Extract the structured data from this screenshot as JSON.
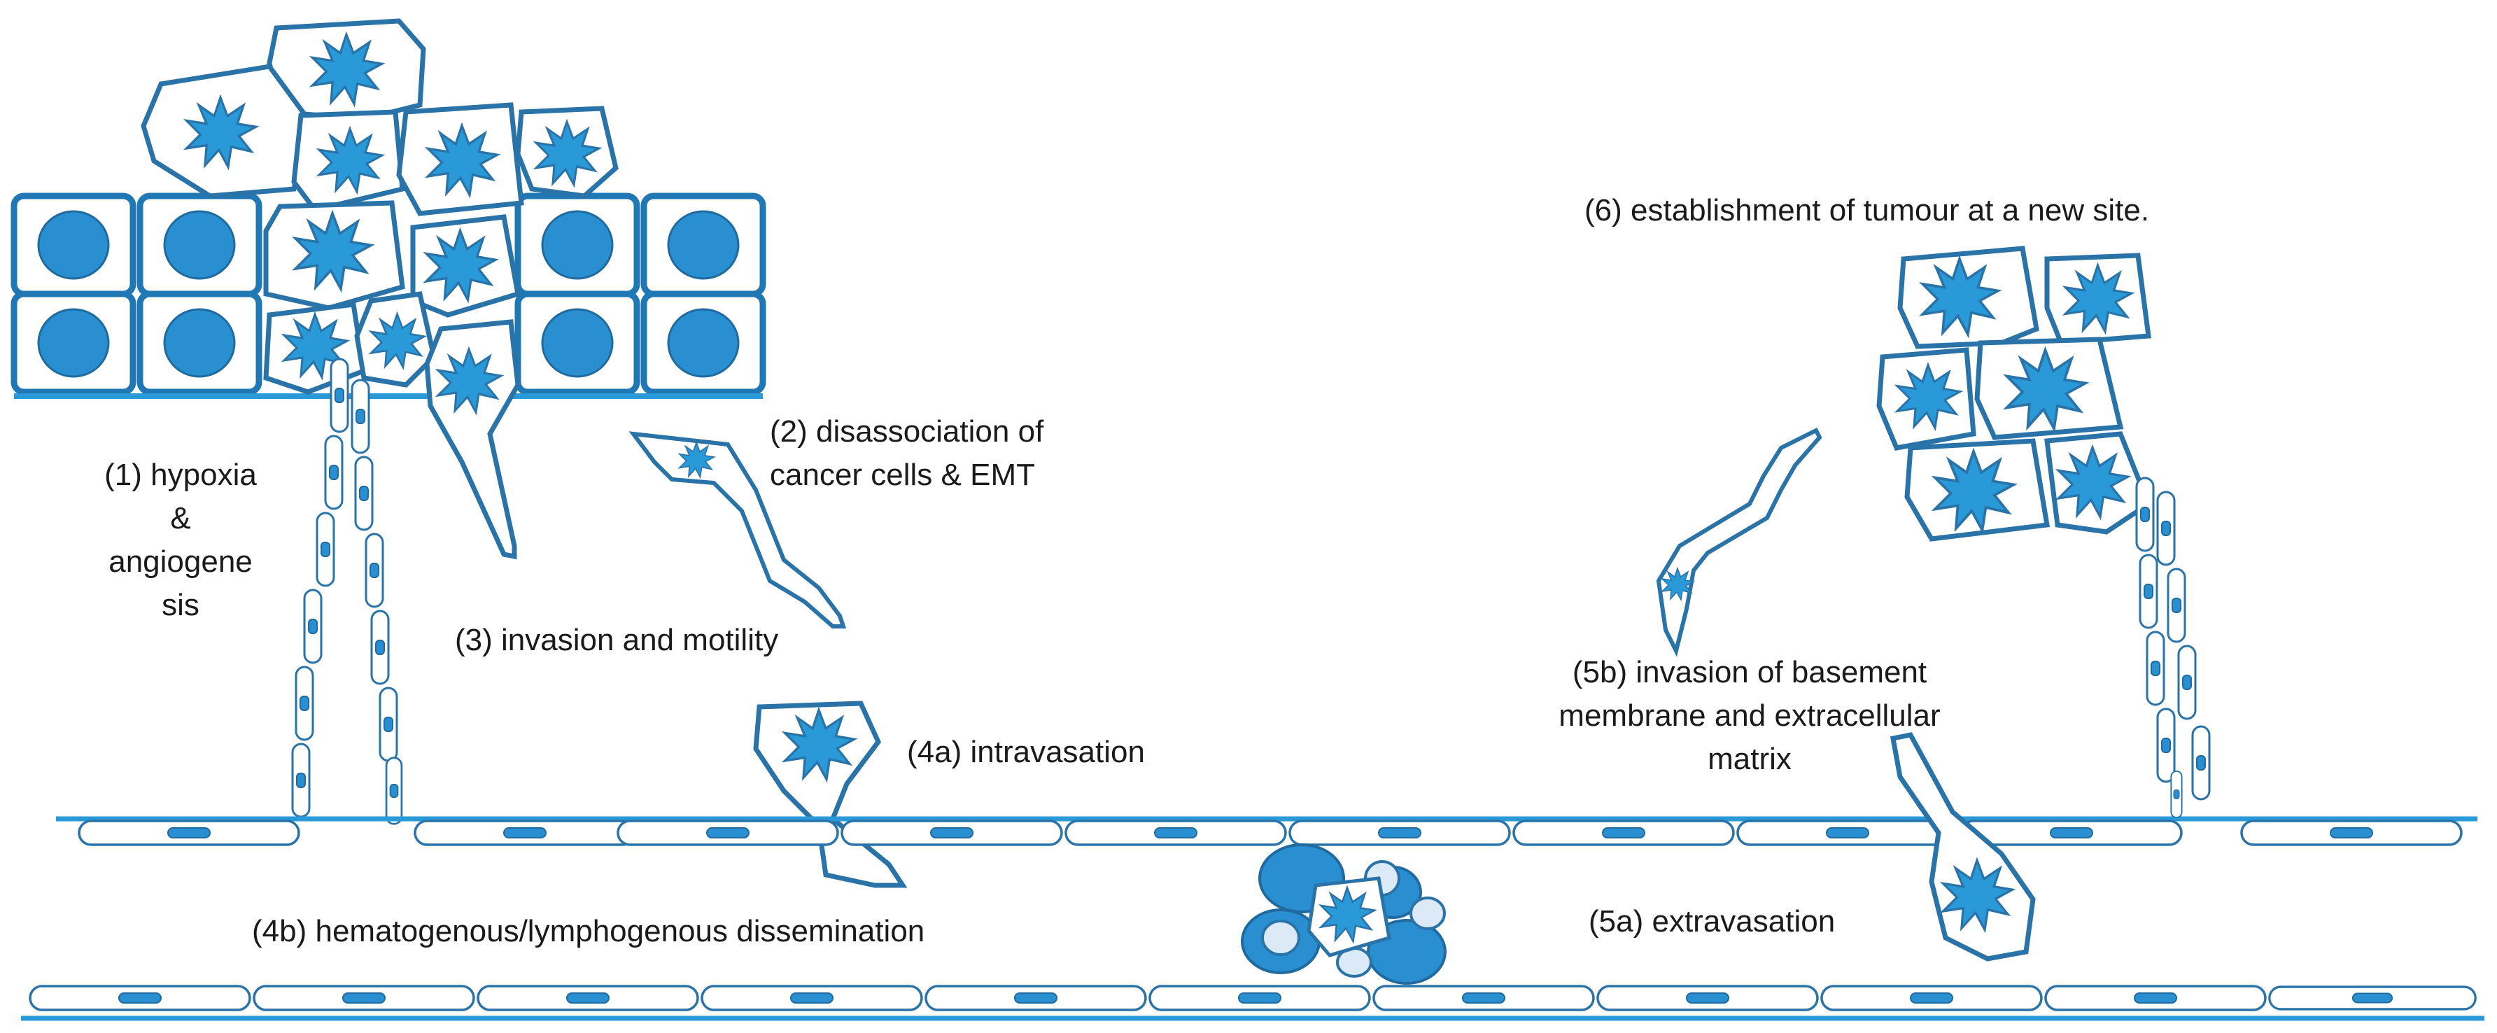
{
  "colors": {
    "outline": "#2a73a8",
    "fill": "#2a99d8",
    "nucleus_fill": "#2a8fd0",
    "light_fill": "#dce9f6",
    "membrane": "#2a99d8",
    "text": "#1a1a1a"
  },
  "labels": {
    "hypoxia": [
      "(1) hypoxia",
      "&",
      "angiogene",
      "sis"
    ],
    "disassociation": [
      "(2) disassociation of",
      "cancer cells  & EMT"
    ],
    "invasion_motility": "(3) invasion and motility",
    "intravasation": "(4a) intravasation",
    "dissemination": "(4b) hematogenous/lymphogenous dissemination",
    "extravasation": "(5a) extravasation",
    "invasion_bm": [
      "(5b) invasion of basement",
      "membrane and extracellular",
      "matrix"
    ],
    "establishment": "(6) establishment of tumour at a new site."
  },
  "icons": {
    "epithelium": "epithelial-cell-icon",
    "cancer_cell": "cancer-cell-icon",
    "endothelial_cell": "endothelial-cell-icon",
    "blood_cell": "blood-cell-icon"
  }
}
